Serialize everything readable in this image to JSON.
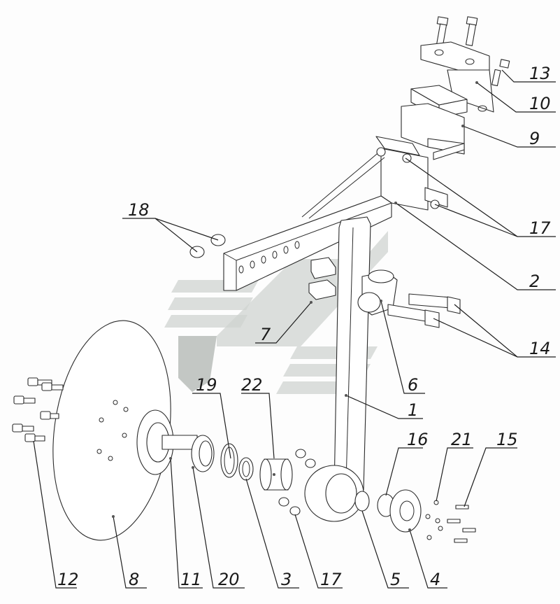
{
  "diagram": {
    "type": "exploded assembly drawing",
    "callouts": [
      "1",
      "2",
      "3",
      "4",
      "5",
      "6",
      "7",
      "8",
      "9",
      "10",
      "11",
      "12",
      "13",
      "14",
      "15",
      "16",
      "17",
      "17",
      "18",
      "19",
      "20",
      "21",
      "22"
    ]
  },
  "labels": {
    "c1": "1",
    "c2": "2",
    "c3": "3",
    "c4": "4",
    "c5": "5",
    "c6": "6",
    "c7": "7",
    "c8": "8",
    "c9": "9",
    "c10": "10",
    "c11": "11",
    "c12": "12",
    "c13": "13",
    "c14": "14",
    "c15": "15",
    "c16": "16",
    "c17a": "17",
    "c17b": "17",
    "c18": "18",
    "c19": "19",
    "c20": "20",
    "c21": "21",
    "c22": "22"
  },
  "colors": {
    "line": "#2a2a2a",
    "watermark": "#cfd3d0",
    "background": "#fdfdfd"
  }
}
